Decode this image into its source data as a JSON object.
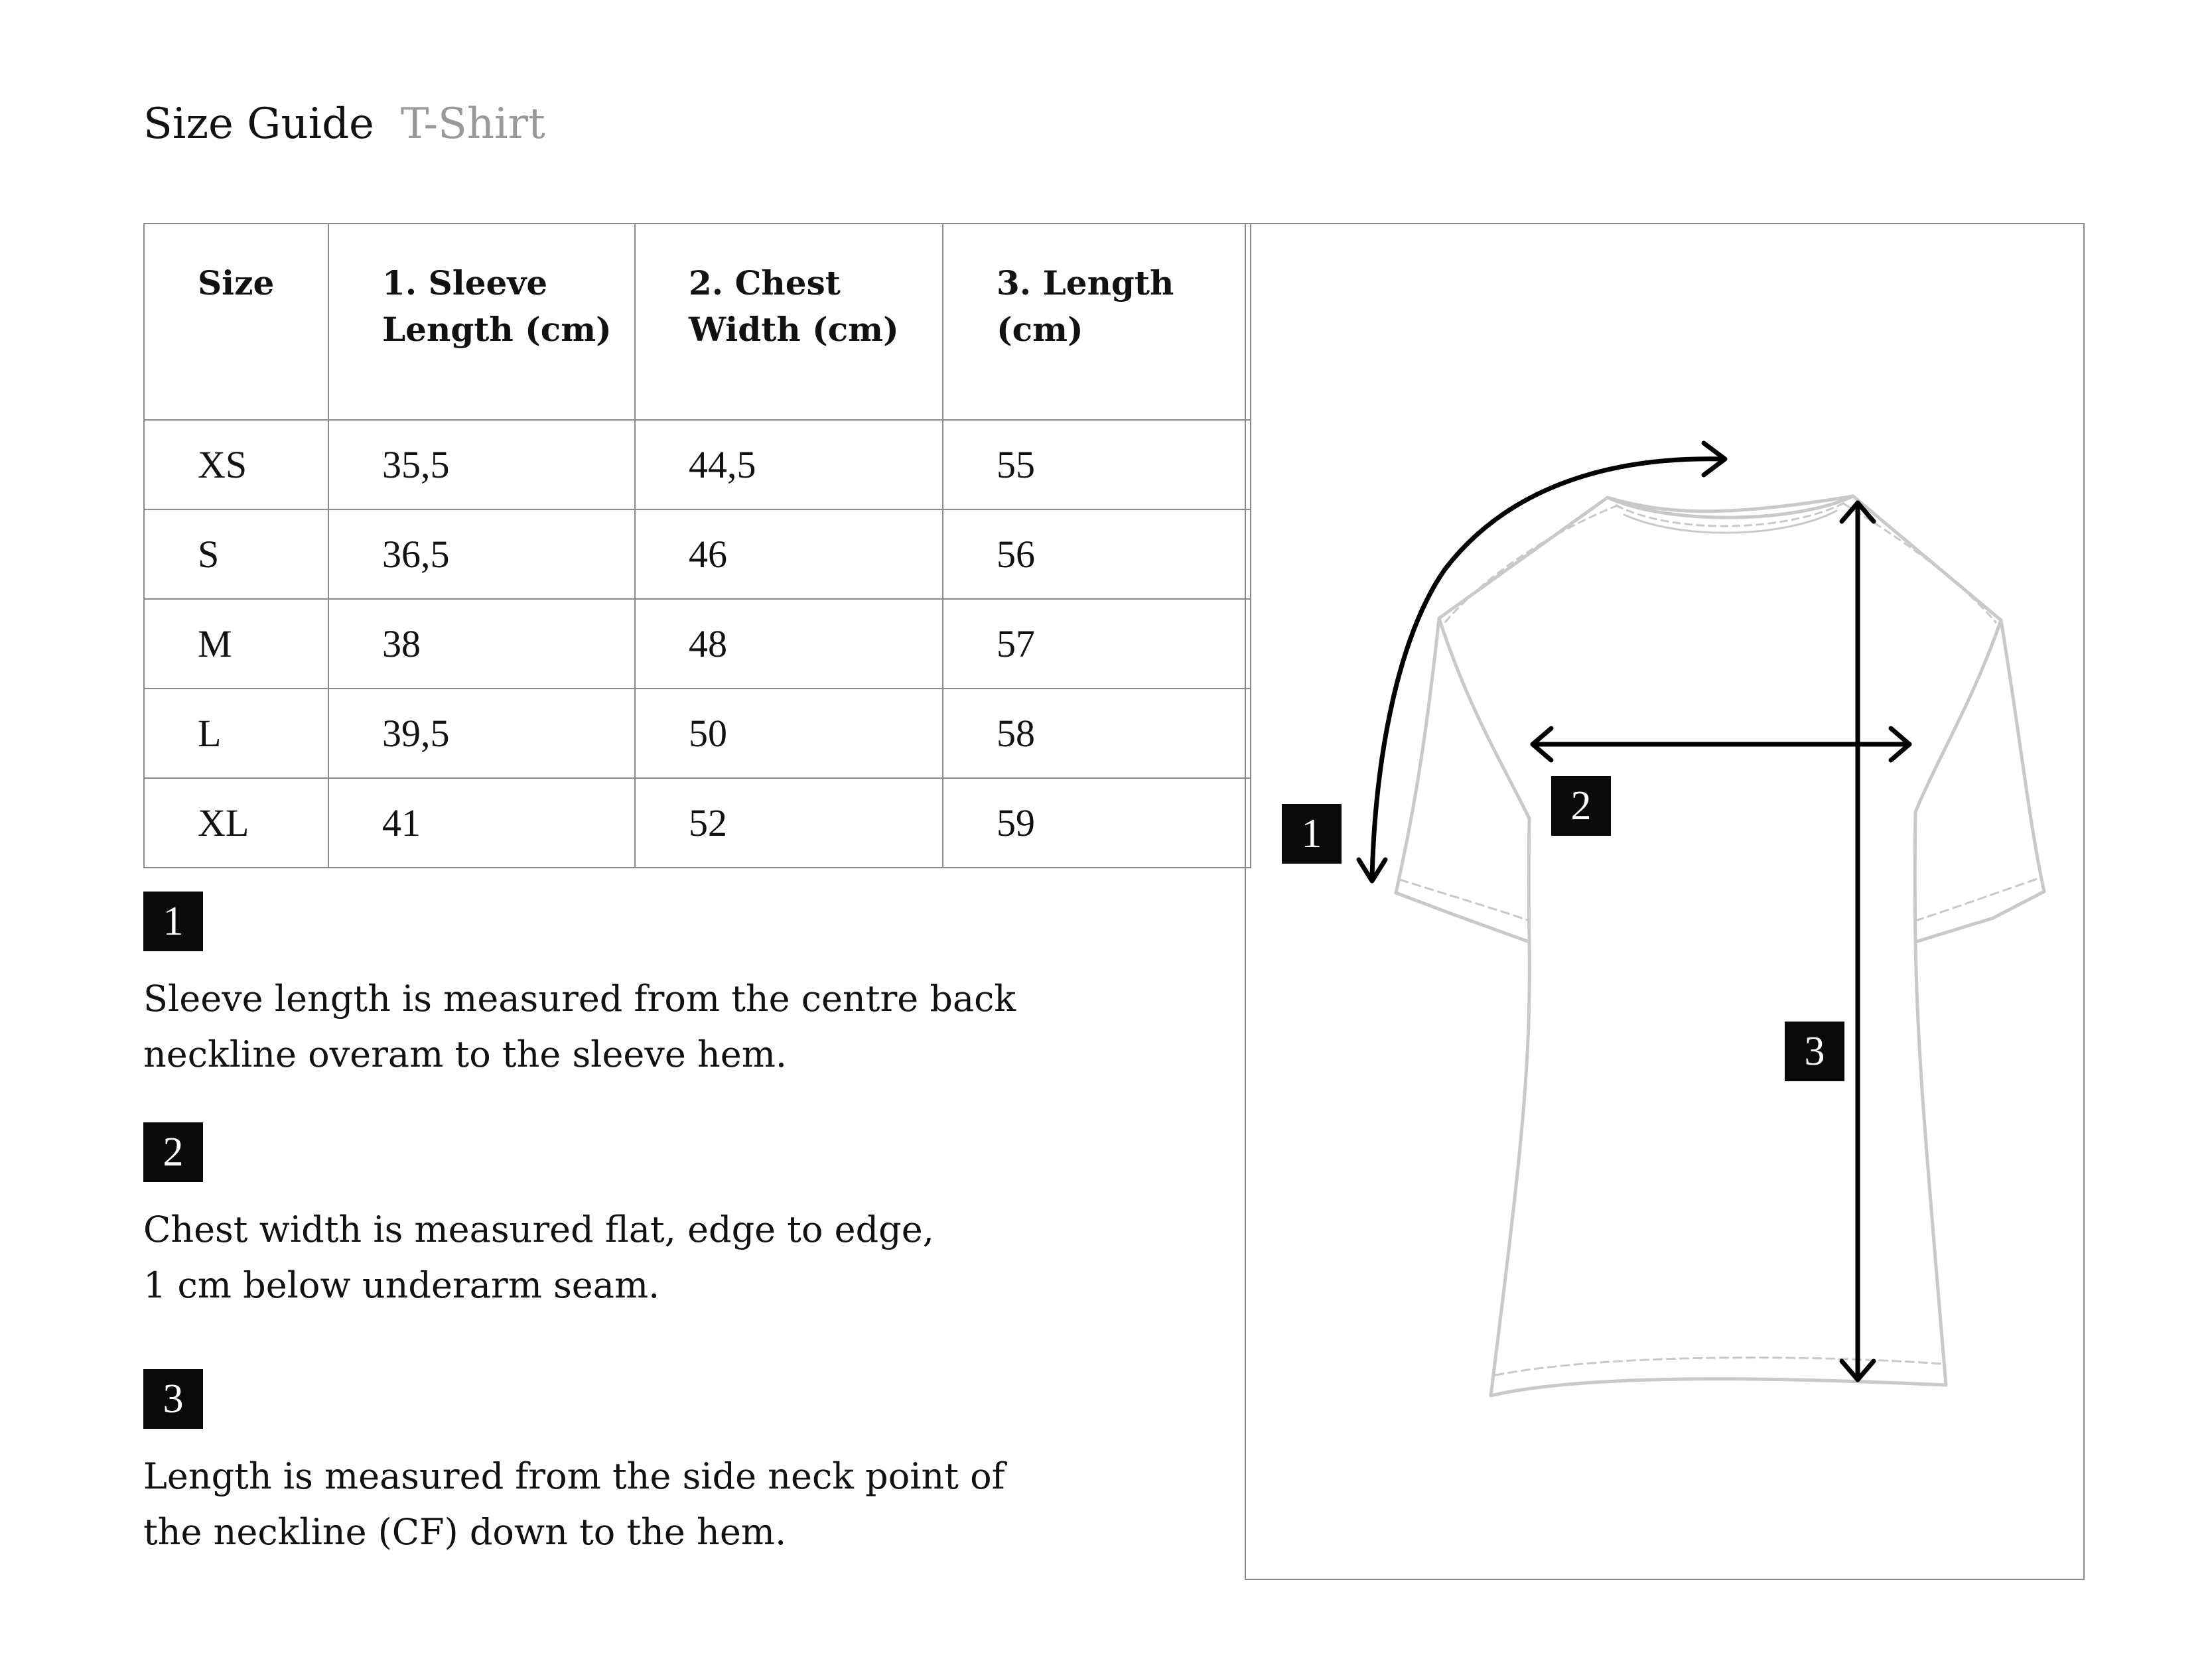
{
  "header": {
    "title": "Size Guide",
    "subtitle": "T-Shirt"
  },
  "table": {
    "headers": [
      [
        "Size"
      ],
      [
        "1. Sleeve",
        "Length  (cm)"
      ],
      [
        "2. Chest",
        "Width  (cm)"
      ],
      [
        "3. Length",
        "(cm)"
      ]
    ],
    "rows": [
      [
        "XS",
        "35,5",
        "44,5",
        "55"
      ],
      [
        "S",
        "36,5",
        "46",
        "56"
      ],
      [
        "M",
        "38",
        "48",
        "57"
      ],
      [
        "L",
        "39,5",
        "50",
        "58"
      ],
      [
        "XL",
        "41",
        "52",
        "59"
      ]
    ]
  },
  "notes": [
    {
      "badge": "1",
      "lines": [
        "Sleeve length  is measured from the centre back",
        "neckline overam to the sleeve hem."
      ]
    },
    {
      "badge": "2",
      "lines": [
        "Chest width  is measured flat, edge to edge,",
        "1 cm below underarm seam."
      ]
    },
    {
      "badge": "3",
      "lines": [
        "Length  is measured from the side neck point of",
        "the neckline (CF) down to the hem."
      ]
    }
  ],
  "diagram": {
    "badges": [
      "1",
      "2",
      "3"
    ],
    "icon": "t-shirt-outline",
    "colors": {
      "garment": "#c9c9c9",
      "arrow": "#000000",
      "badge": "#0a0a0a"
    }
  }
}
